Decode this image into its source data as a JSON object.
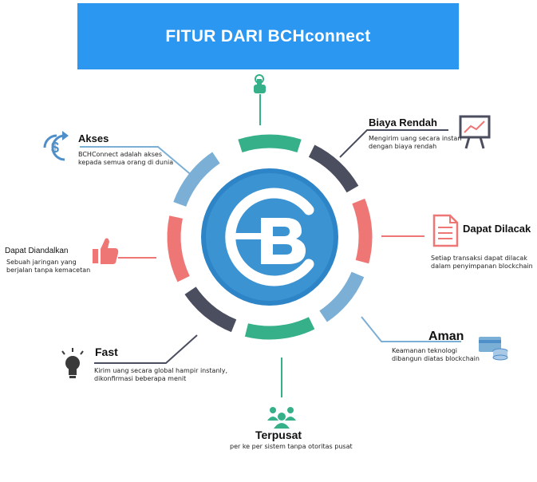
{
  "header": {
    "title": "FITUR DARI BCHconnect"
  },
  "colors": {
    "banner": "#2b97f0",
    "teal": "#35b088",
    "dark": "#4b4e5f",
    "red": "#ee7674",
    "lightblue": "#7bafd6",
    "center_blue": "#2d84c6"
  },
  "features": [
    {
      "id": "akses",
      "title": "Akses",
      "desc_lines": [
        "BCHConnect adalah akses",
        "kepada semua orang di dunia"
      ],
      "icon": "dollar-refresh-icon"
    },
    {
      "id": "biaya-rendah",
      "title": "Biaya Rendah",
      "desc_lines": [
        "Mengirim uang secara instan",
        "dengan biaya rendah"
      ],
      "icon": "chart-board-icon"
    },
    {
      "id": "dapat-dilacak",
      "title": "Dapat Dilacak",
      "desc_lines": [
        "Setiap transaksi dapat dilacak",
        "dalam penyimpanan blockchain"
      ],
      "icon": "document-icon"
    },
    {
      "id": "aman",
      "title": "Aman",
      "desc_lines": [
        "Keamanan teknologi",
        "dibangun diatas blockchain"
      ],
      "icon": "card-database-icon"
    },
    {
      "id": "terpusat",
      "title": "Terpusat",
      "desc_lines": [
        "per ke per sistem tanpa otoritas pusat"
      ],
      "icon": "people-group-icon"
    },
    {
      "id": "fast",
      "title": "Fast",
      "desc_lines": [
        "Kirim uang secara global hampir instanly,",
        "dikonfirmasi beberapa menit"
      ],
      "icon": "lightbulb-icon"
    },
    {
      "id": "dapat-diandalkan",
      "title": "Dapat Diandalkan",
      "desc_lines": [
        "Sebuah jaringan yang",
        "berjalan tanpa kemacetan"
      ],
      "icon": "thumbs-up-icon"
    }
  ],
  "center": {
    "logo": "bch-logo-icon"
  },
  "top_marker": {
    "icon": "pointer-hand-icon"
  }
}
